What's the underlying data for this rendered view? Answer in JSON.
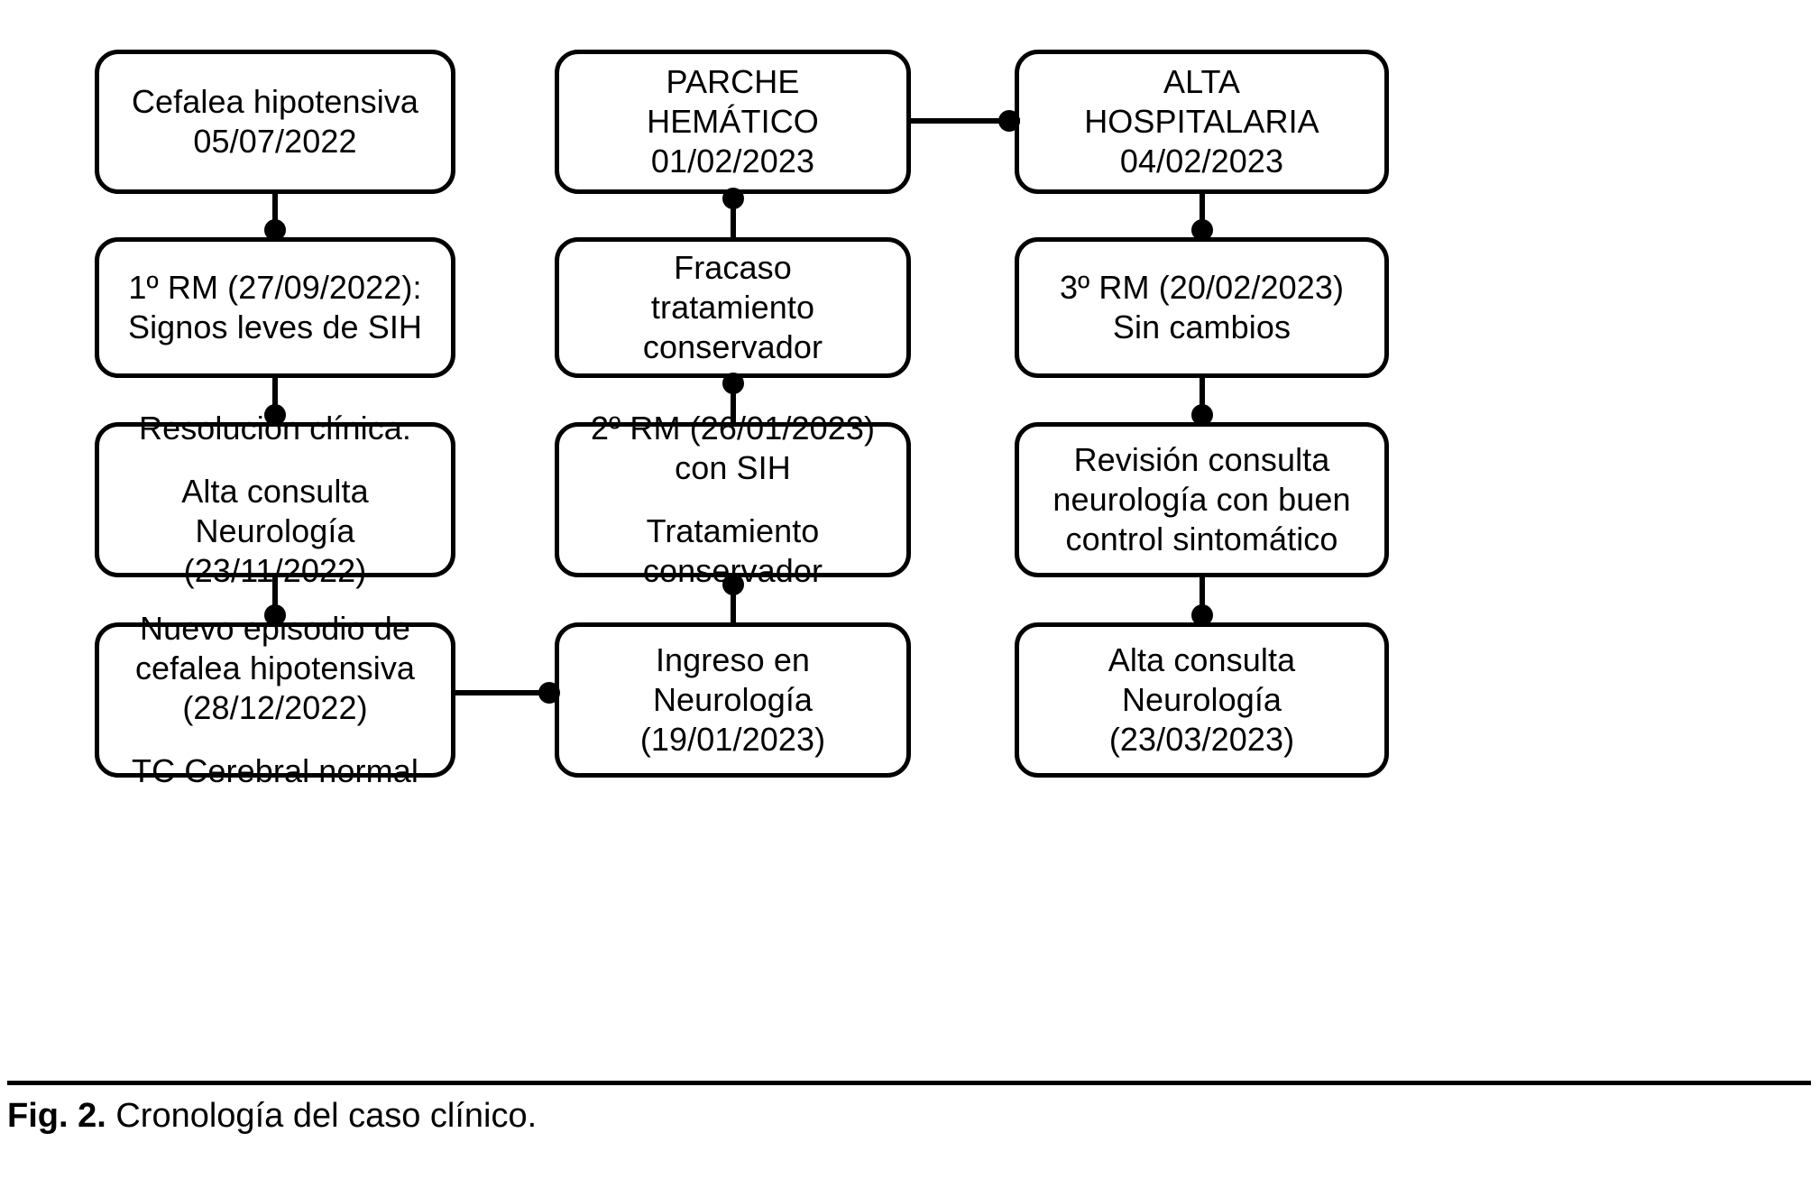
{
  "figure": {
    "caption_label": "Fig. 2.",
    "caption_text": "Cronología del caso clínico.",
    "line_color": "#000000",
    "box_fill": "#ffffff"
  },
  "columns": [
    {
      "id": "column-1",
      "nodes": [
        {
          "id": "cefalea-hipotensiva",
          "lines": [
            "Cefalea hipotensiva",
            "05/07/2022"
          ]
        },
        {
          "id": "primera-rm",
          "lines": [
            "1º RM (27/09/2022):",
            "Signos leves de SIH"
          ]
        },
        {
          "id": "resolucion-clinica",
          "lines": [
            "Resolución clínica:",
            "Alta consulta",
            "Neurología",
            "(23/11/2022)"
          ]
        },
        {
          "id": "nuevo-episodio",
          "lines": [
            "Nuevo episodio de",
            "cefalea hipotensiva",
            "(28/12/2022)",
            "TC Cerebral normal"
          ]
        }
      ]
    },
    {
      "id": "column-2",
      "nodes": [
        {
          "id": "parche-hematico",
          "lines": [
            "PARCHE",
            "HEMÁTICO",
            "01/02/2023"
          ]
        },
        {
          "id": "fracaso-tratamiento",
          "lines": [
            "Fracaso",
            "tratamiento",
            "conservador"
          ]
        },
        {
          "id": "segunda-rm",
          "lines": [
            "2º RM (26/01/2023)",
            "con SIH",
            "Tratamiento",
            "conservador"
          ]
        },
        {
          "id": "ingreso-neurologia",
          "lines": [
            "Ingreso en",
            "Neurología",
            "(19/01/2023)"
          ]
        }
      ]
    },
    {
      "id": "column-3",
      "nodes": [
        {
          "id": "alta-hospitalaria",
          "lines": [
            "ALTA",
            "HOSPITALARIA",
            "04/02/2023"
          ]
        },
        {
          "id": "tercera-rm",
          "lines": [
            "3º RM (20/02/2023)",
            "Sin cambios"
          ]
        },
        {
          "id": "revision-consulta",
          "lines": [
            "Revisión consulta",
            "neurología con buen",
            "control sintomático"
          ]
        },
        {
          "id": "alta-consulta-final",
          "lines": [
            "Alta consulta",
            "Neurología",
            "(23/03/2023)"
          ]
        }
      ]
    }
  ],
  "edges": [
    {
      "id": "edge-c1r1-c1r2",
      "from": "cefalea-hipotensiva",
      "to": "primera-rm",
      "orientation": "vertical"
    },
    {
      "id": "edge-c1r2-c1r3",
      "from": "primera-rm",
      "to": "resolucion-clinica",
      "orientation": "vertical"
    },
    {
      "id": "edge-c1r3-c1r4",
      "from": "resolucion-clinica",
      "to": "nuevo-episodio",
      "orientation": "vertical"
    },
    {
      "id": "edge-c1r4-c2r4",
      "from": "nuevo-episodio",
      "to": "ingreso-neurologia",
      "orientation": "horizontal"
    },
    {
      "id": "edge-c2r4-c2r3",
      "from": "ingreso-neurologia",
      "to": "segunda-rm",
      "orientation": "vertical"
    },
    {
      "id": "edge-c2r3-c2r2",
      "from": "segunda-rm",
      "to": "fracaso-tratamiento",
      "orientation": "vertical"
    },
    {
      "id": "edge-c2r2-c2r1",
      "from": "fracaso-tratamiento",
      "to": "parche-hematico",
      "orientation": "vertical"
    },
    {
      "id": "edge-c2r1-c3r1",
      "from": "parche-hematico",
      "to": "alta-hospitalaria",
      "orientation": "horizontal"
    },
    {
      "id": "edge-c3r1-c3r2",
      "from": "alta-hospitalaria",
      "to": "tercera-rm",
      "orientation": "vertical"
    },
    {
      "id": "edge-c3r2-c3r3",
      "from": "tercera-rm",
      "to": "revision-consulta",
      "orientation": "vertical"
    },
    {
      "id": "edge-c3r3-c3r4",
      "from": "revision-consulta",
      "to": "alta-consulta-final",
      "orientation": "vertical"
    }
  ]
}
